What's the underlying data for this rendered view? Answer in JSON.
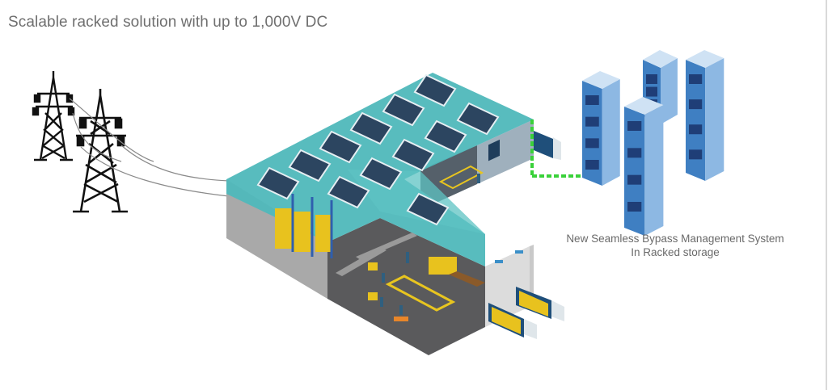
{
  "title": "Scalable racked solution with up to 1,000V DC",
  "caption": {
    "line1": "New Seamless Bypass Management System",
    "line2": "In Racked storage"
  },
  "illustration": {
    "elements": [
      "transmission-towers",
      "warehouse-with-solar-roof",
      "delivery-trucks",
      "battery-server-racks",
      "green-dc-connection-cable"
    ],
    "solar_panel_count": 12,
    "battery_rack_count": 4
  },
  "colors": {
    "roof": "#4fb8bb",
    "solar_panel": "#2c4560",
    "rack_blue": "#4a86c5",
    "connection_green": "#3ad13a",
    "title_text": "#6f6f6f"
  }
}
